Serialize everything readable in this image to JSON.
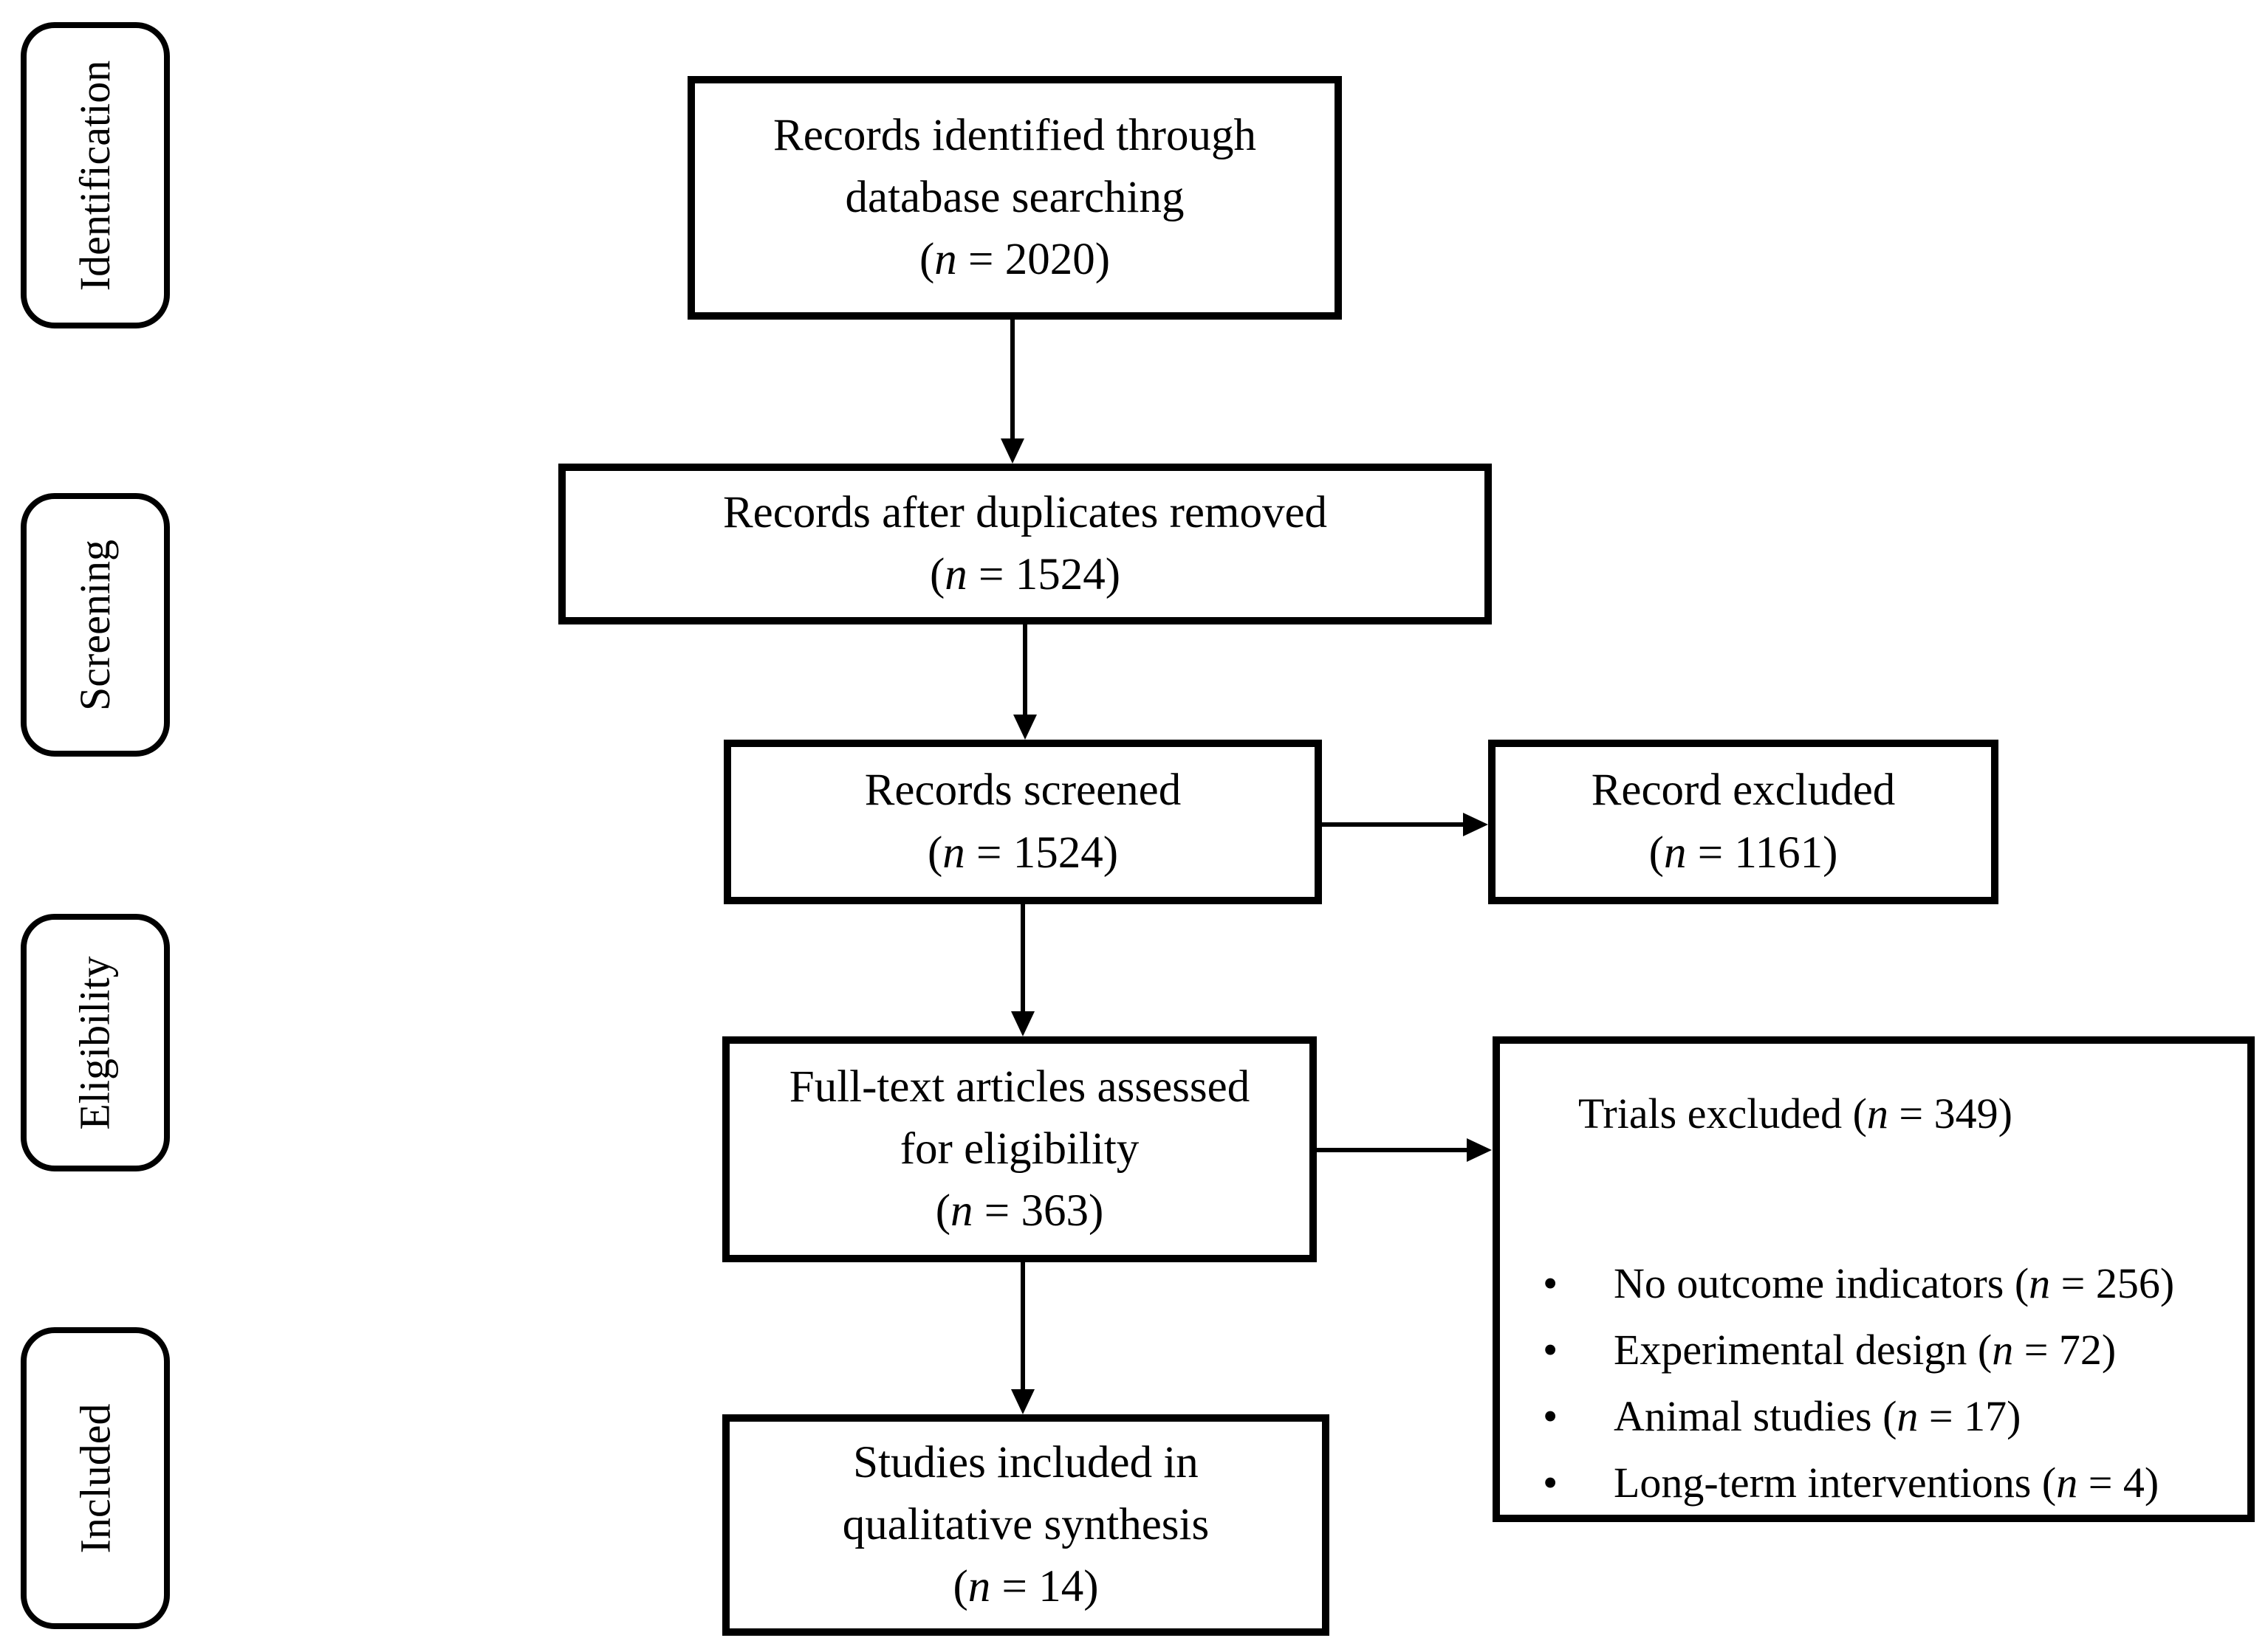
{
  "stages": [
    {
      "label": "Identification"
    },
    {
      "label": "Screening"
    },
    {
      "label": "Eligibility"
    },
    {
      "label": "Included"
    }
  ],
  "boxes": {
    "identified": {
      "lines": [
        "Records identified through",
        "database searching"
      ],
      "count": {
        "pre": "(",
        "n": "n",
        "post": " = 2020)"
      }
    },
    "deduplicated": {
      "lines": [
        "Records after duplicates removed"
      ],
      "count": {
        "pre": "(",
        "n": "n",
        "post": " = 1524)"
      }
    },
    "screened": {
      "lines": [
        "Records screened"
      ],
      "count": {
        "pre": "(",
        "n": "n",
        "post": " = 1524)"
      }
    },
    "record_excluded": {
      "lines": [
        "Record excluded"
      ],
      "count": {
        "pre": "(",
        "n": "n",
        "post": " =  1161)"
      }
    },
    "fulltext": {
      "lines": [
        "Full-text articles assessed",
        "for eligibility"
      ],
      "count": {
        "pre": "(",
        "n": "n",
        "post": " = 363)"
      }
    },
    "trials_excluded": {
      "bullet_char": "•",
      "title": {
        "pre": "Trials excluded (",
        "n": "n",
        "post": " = 349)"
      },
      "bullets": [
        {
          "pre": "No outcome indicators (",
          "n": "n",
          "post": " = 256)"
        },
        {
          "pre": "Experimental design (",
          "n": "n",
          "post": " = 72)"
        },
        {
          "pre": "Animal studies (",
          "n": "n",
          "post": " = 17)"
        },
        {
          "pre": "Long-term interventions (",
          "n": "n",
          "post": " = 4)"
        }
      ]
    },
    "included_studies": {
      "lines": [
        "Studies included in",
        "qualitative synthesis"
      ],
      "count": {
        "pre": "(",
        "n": "n",
        "post": " = 14)"
      }
    }
  },
  "colors": {
    "ink": "#000000",
    "background": "#ffffff"
  }
}
